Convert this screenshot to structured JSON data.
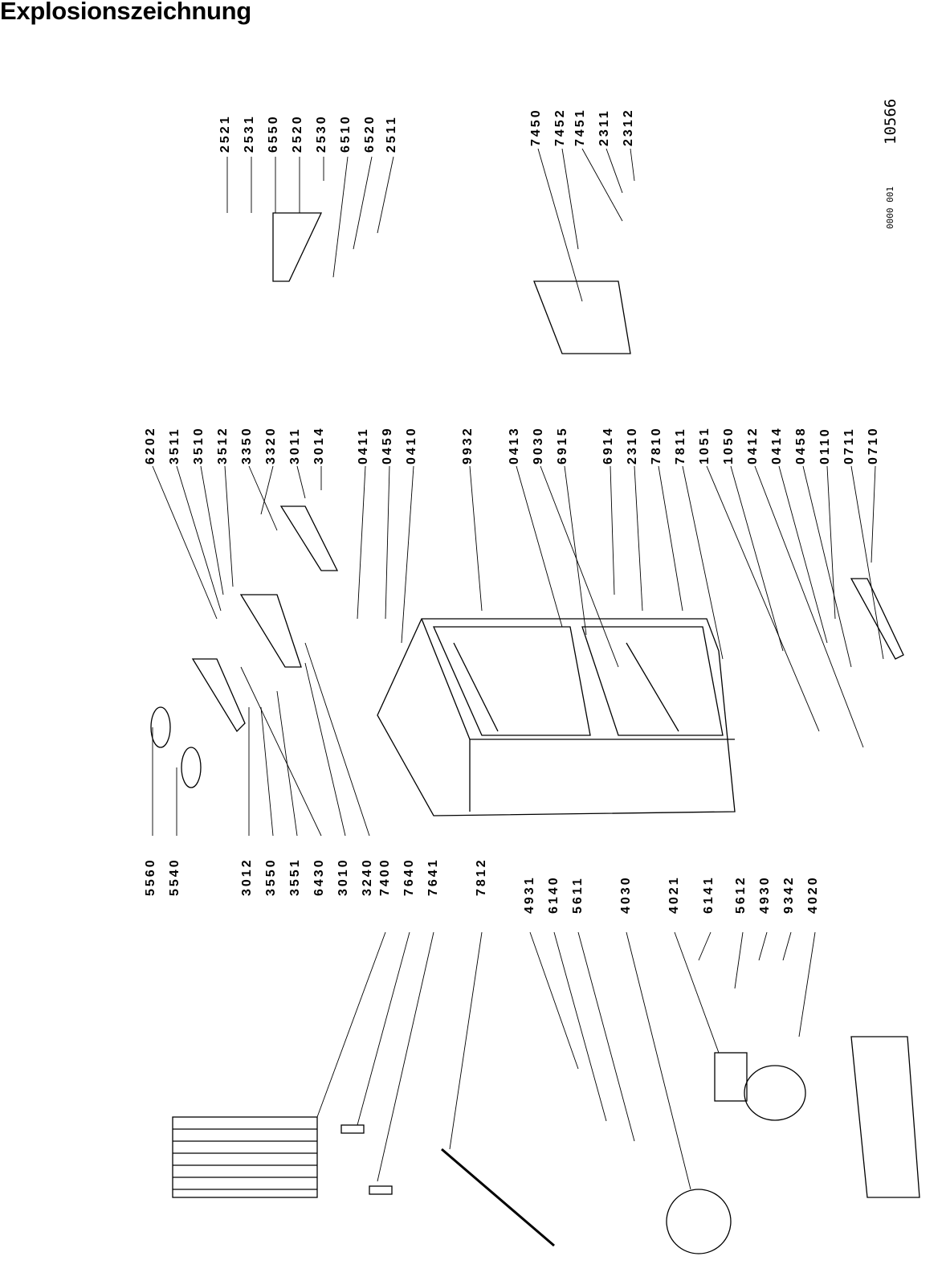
{
  "title": "Explosionszeichnung",
  "drawing_reference": {
    "number": "10566",
    "code": "0000 001"
  },
  "label_groups": {
    "top_right_a": [
      "2521",
      "2531",
      "6550",
      "2520",
      "2530",
      "6510",
      "6520",
      "2511"
    ],
    "top_right_b": [
      "7450",
      "7452",
      "7451",
      "2311",
      "2312"
    ],
    "middle_row": [
      "6202",
      "3511",
      "3510",
      "3512",
      "3350",
      "3320",
      "3011",
      "3014",
      "0411",
      "0459",
      "0410",
      "9932",
      "0413",
      "9030",
      "6915",
      "6914",
      "2310",
      "7810",
      "7811",
      "1051",
      "1050",
      "0412",
      "0414",
      "0458",
      "0110",
      "0711",
      "0710"
    ],
    "bottom_row": [
      "5560",
      "5540",
      "3012",
      "3550",
      "3551",
      "6430",
      "3010",
      "3240",
      "7400",
      "7640",
      "7641",
      "7812",
      "4931",
      "6140",
      "5611",
      "4030",
      "4021",
      "6141",
      "5612",
      "4930",
      "9342",
      "4020"
    ]
  }
}
